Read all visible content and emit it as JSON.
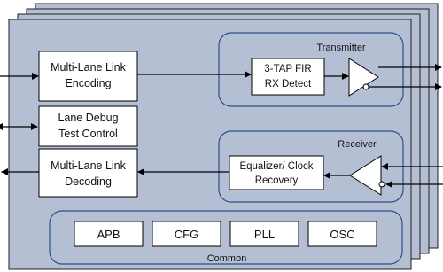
{
  "colors": {
    "card_fill": "#b4bfd4",
    "card_stroke": "#1f1f1f",
    "group_stroke": "#2f4f86",
    "box_fill": "#ffffff",
    "line": "#000000"
  },
  "blocks": {
    "encoding": {
      "line1": "Multi-Lane Link",
      "line2": "Encoding"
    },
    "debug": {
      "line1": "Lane Debug",
      "line2": "Test Control"
    },
    "decoding": {
      "line1": "Multi-Lane Link",
      "line2": "Decoding"
    },
    "fir": {
      "line1": "3-TAP FIR",
      "line2": "RX Detect"
    },
    "equalizer": {
      "line1": "Equalizer/ Clock",
      "line2": "Recovery"
    }
  },
  "groups": {
    "transmitter": "Transmitter",
    "receiver": "Receiver",
    "common": "Common"
  },
  "common_blocks": [
    "APB",
    "CFG",
    "PLL",
    "OSC"
  ]
}
